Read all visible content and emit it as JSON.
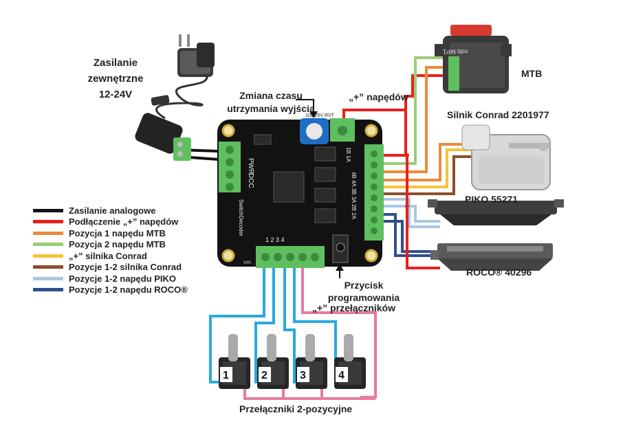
{
  "labels": {
    "power_line1": "Zasilanie",
    "power_line2": "zewnętrzne",
    "power_line3": "12-24V",
    "hold_time_line1": "Zmiana czasu",
    "hold_time_line2": "utrzymania wyjścia",
    "drives_plus": "„+” napędów",
    "mtb": "MTB",
    "conrad_motor": "Silnik Conrad 2201977",
    "piko": "PIKO 55271",
    "roco": "ROCO® 40296",
    "button_line1": "Przycisk",
    "button_line2": "programowania",
    "switches_plus": "„+” przełączników",
    "switches_caption": "Przełączniki 2-pozycyjne"
  },
  "board_text": {
    "pwr": "PWR",
    "dcc": "DCC",
    "model": "SwitchDecoder",
    "pot": "100 25V RVT",
    "pins_top": "1B 1A",
    "pins_right": "4B 4A 3B 3A 2B 2A",
    "inputs": "1 2 3 4",
    "version": "ver.",
    "mtb_tag": "mtb MP1"
  },
  "switch_numbers": [
    "1",
    "2",
    "3",
    "4"
  ],
  "legend": [
    {
      "label": "Zasilanie analogowe",
      "color": "#111111"
    },
    {
      "label": "Podłączenie „+” napędów",
      "color": "#e8201c"
    },
    {
      "label": "Pozycja 1 napędu MTB",
      "color": "#ee8a3c"
    },
    {
      "label": "Pozycja 2 napędu MTB",
      "color": "#9ccc78"
    },
    {
      "label": "„+” silnika Conrad",
      "color": "#f6c33a"
    },
    {
      "label": "Pozycje 1-2 silnika Conrad",
      "color": "#8b4f2a"
    },
    {
      "label": "Pozycje 1-2 napędu PIKO",
      "color": "#a9c6e6"
    },
    {
      "label": "Pozycje 1-2 napędu ROCO®",
      "color": "#2f4e8f"
    }
  ],
  "colors": {
    "board": "#121212",
    "terminal": "#5fbf60",
    "switch_wire": "#29a9dd",
    "switch_plus_wire": "#e67aa2"
  }
}
